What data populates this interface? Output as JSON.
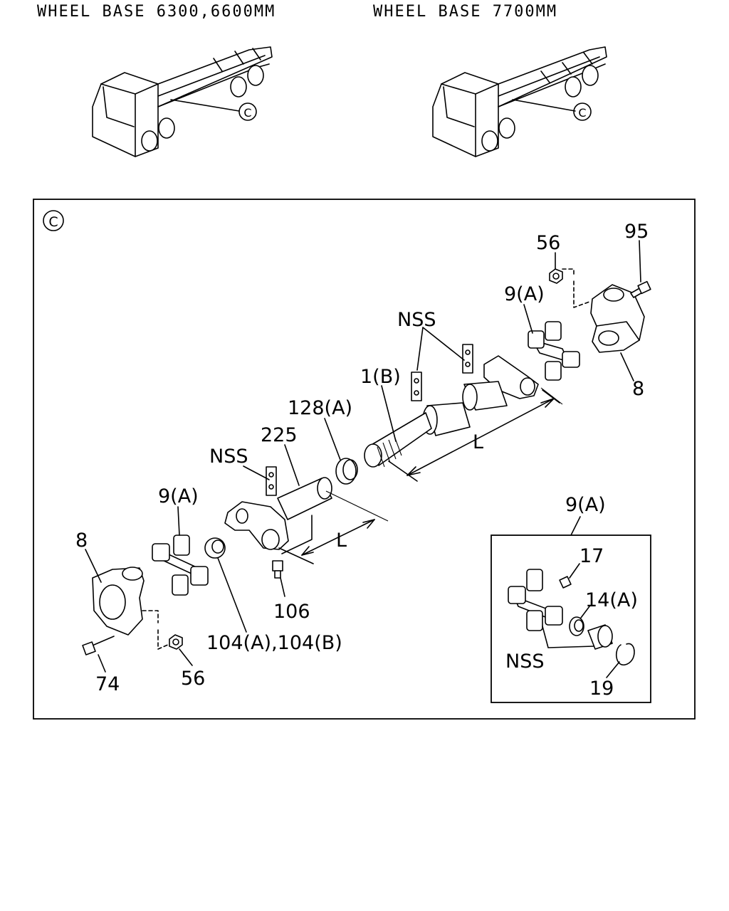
{
  "headers": {
    "left": "WHEEL BASE 6300,6600MM",
    "right": "WHEEL BASE 7700MM"
  },
  "view_marker": "C",
  "parts": {
    "p95": "95",
    "p56_top": "56",
    "p9a_top": "9(A)",
    "p8_top": "8",
    "nss_top": "NSS",
    "p1b": "1(B)",
    "l_top": "L",
    "p128a": "128(A)",
    "p225": "225",
    "nss_mid": "NSS",
    "p9a_mid": "9(A)",
    "l_mid": "L",
    "p8_bot": "8",
    "p106": "106",
    "p104": "104(A),104(B)",
    "p74": "74",
    "p56_bot": "56"
  },
  "inset": {
    "title": "9(A)",
    "p17": "17",
    "p14a": "14(A)",
    "nss": "NSS",
    "p19": "19"
  }
}
